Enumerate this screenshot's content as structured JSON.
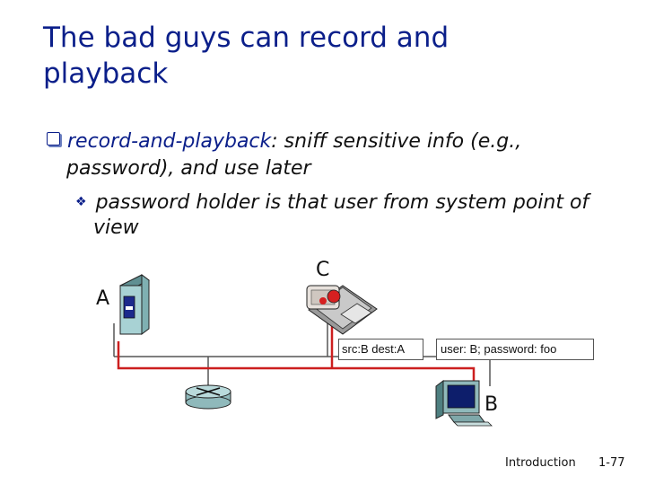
{
  "slide": {
    "title": "The bad guys can record and playback",
    "bullet1": {
      "term": "record-and-playback",
      "text": ": sniff sensitive info (e.g.,",
      "continuation": "password), and use later"
    },
    "bullet2": {
      "text_before": "password holder ",
      "emphasis": "is",
      "text_after": " that user from system point of",
      "continuation": "view"
    }
  },
  "diagram": {
    "host_a_label": "A",
    "host_b_label": "B",
    "host_c_label": "C",
    "packet_header": "src:B dest:A",
    "packet_payload": "user: B; password: foo"
  },
  "footer": {
    "section": "Introduction",
    "page": "1-77"
  },
  "colors": {
    "title": "#0b1f8a",
    "path": "#cc1f1f",
    "link": "#555555"
  }
}
